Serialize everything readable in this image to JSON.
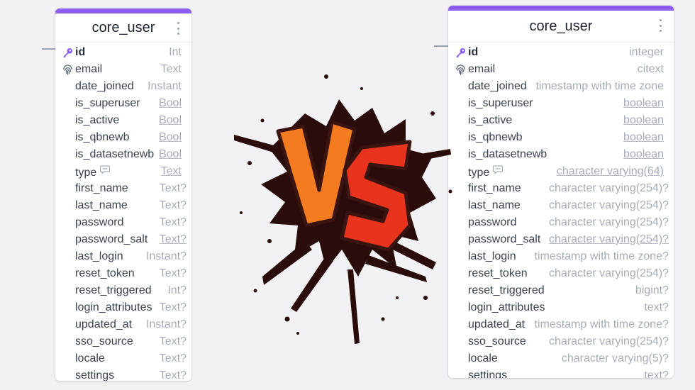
{
  "left_table": {
    "title": "core_user",
    "fields": [
      {
        "name": "id",
        "type": "Int",
        "icon": "key-icon",
        "pk": true
      },
      {
        "name": "email",
        "type": "Text",
        "icon": "fingerprint-icon"
      },
      {
        "name": "date_joined",
        "type": "Instant"
      },
      {
        "name": "is_superuser",
        "type": "Bool",
        "link": true
      },
      {
        "name": "is_active",
        "type": "Bool",
        "link": true
      },
      {
        "name": "is_qbnewb",
        "type": "Bool",
        "link": true
      },
      {
        "name": "is_datasetnewb",
        "type": "Bool",
        "link": true
      },
      {
        "name": "type",
        "type": "Text",
        "link": true,
        "note": true
      },
      {
        "name": "first_name",
        "type": "Text?"
      },
      {
        "name": "last_name",
        "type": "Text?"
      },
      {
        "name": "password",
        "type": "Text?"
      },
      {
        "name": "password_salt",
        "type": "Text?",
        "link": true
      },
      {
        "name": "last_login",
        "type": "Instant?"
      },
      {
        "name": "reset_token",
        "type": "Text?"
      },
      {
        "name": "reset_triggered",
        "type": "Int?"
      },
      {
        "name": "login_attributes",
        "type": "Text?"
      },
      {
        "name": "updated_at",
        "type": "Instant?"
      },
      {
        "name": "sso_source",
        "type": "Text?"
      },
      {
        "name": "locale",
        "type": "Text?"
      },
      {
        "name": "settings",
        "type": "Text?"
      }
    ]
  },
  "right_table": {
    "title": "core_user",
    "fields": [
      {
        "name": "id",
        "type": "integer",
        "icon": "key-icon",
        "pk": true
      },
      {
        "name": "email",
        "type": "citext",
        "icon": "fingerprint-icon"
      },
      {
        "name": "date_joined",
        "type": "timestamp with time zone"
      },
      {
        "name": "is_superuser",
        "type": "boolean",
        "link": true
      },
      {
        "name": "is_active",
        "type": "boolean",
        "link": true
      },
      {
        "name": "is_qbnewb",
        "type": "boolean",
        "link": true
      },
      {
        "name": "is_datasetnewb",
        "type": "boolean",
        "link": true
      },
      {
        "name": "type",
        "type": "character varying(64)",
        "link": true,
        "note": true
      },
      {
        "name": "first_name",
        "type": "character varying(254)?"
      },
      {
        "name": "last_name",
        "type": "character varying(254)?"
      },
      {
        "name": "password",
        "type": "character varying(254)?"
      },
      {
        "name": "password_salt",
        "type": "character varying(254)?",
        "link": true
      },
      {
        "name": "last_login",
        "type": "timestamp with time zone?"
      },
      {
        "name": "reset_token",
        "type": "character varying(254)?"
      },
      {
        "name": "reset_triggered",
        "type": "bigint?"
      },
      {
        "name": "login_attributes",
        "type": "text?"
      },
      {
        "name": "updated_at",
        "type": "timestamp with time zone?"
      },
      {
        "name": "sso_source",
        "type": "character varying(254)?"
      },
      {
        "name": "locale",
        "type": "character varying(5)?"
      },
      {
        "name": "settings",
        "type": "text?"
      }
    ]
  },
  "colors": {
    "accent": "#8b5cf6",
    "vs_orange": "#f47b20",
    "vs_red": "#e8341c",
    "splatter": "#2a0d0b"
  },
  "center_graphic": {
    "text": "VS",
    "icon": "versus-splash-icon"
  }
}
